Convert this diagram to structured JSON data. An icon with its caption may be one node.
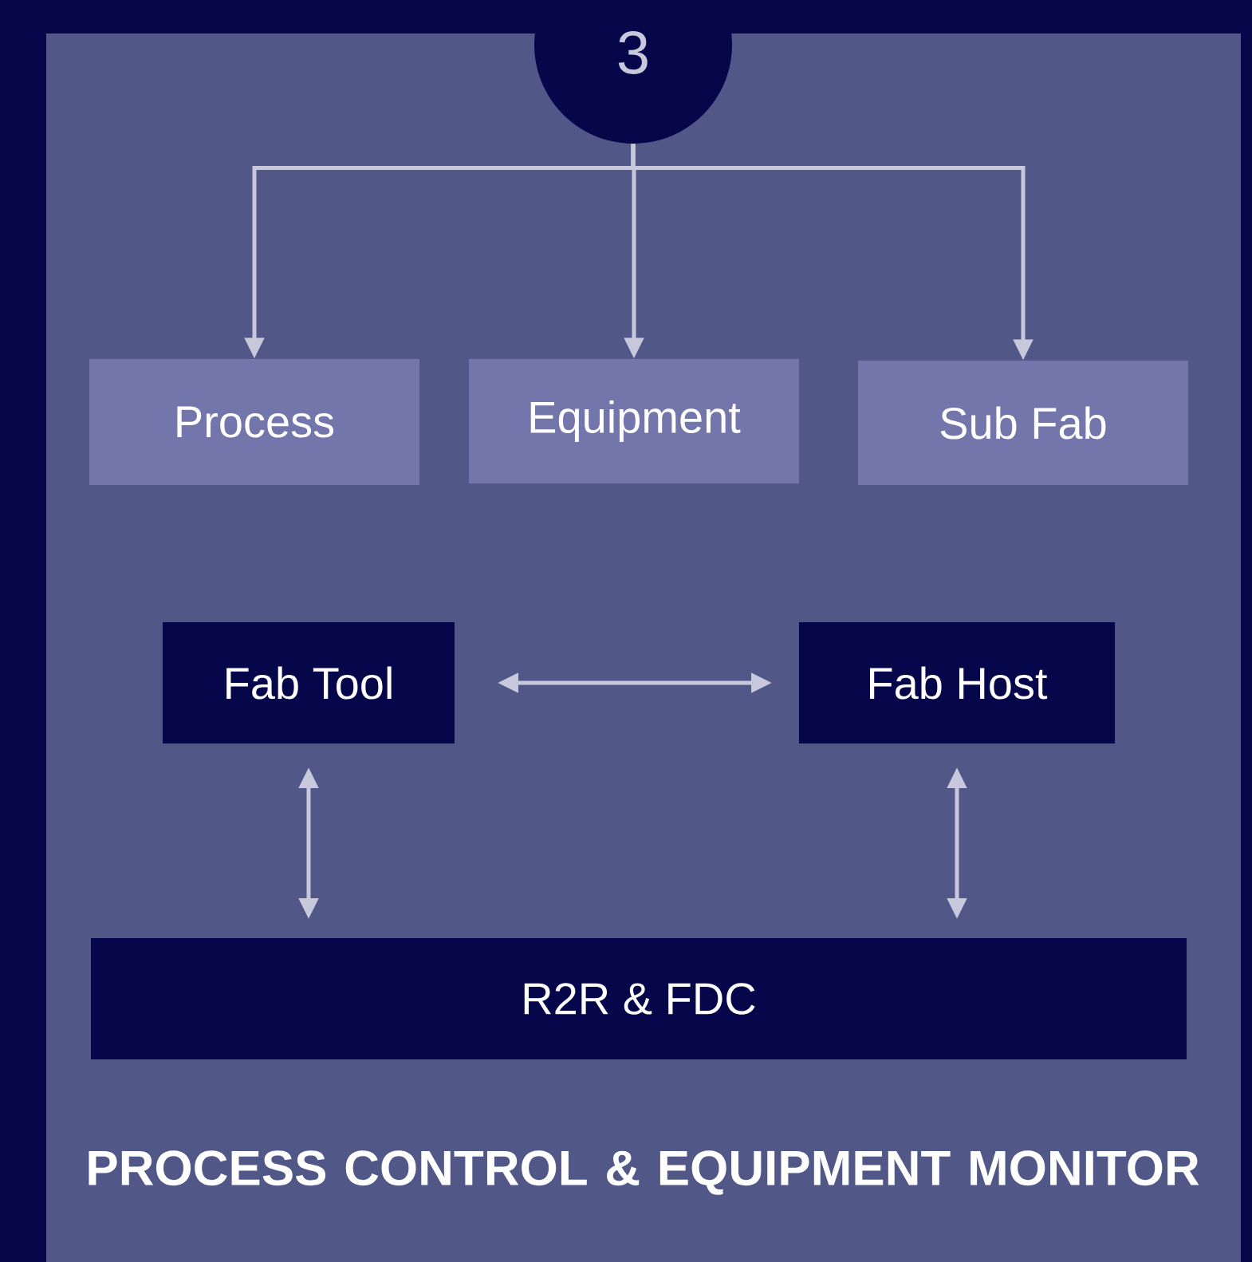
{
  "diagram": {
    "title": "PROCESS CONTROL & EQUIPMENT MONITOR",
    "nodes": [
      {
        "text": [
          "3"
        ]
      },
      {
        "text": [
          "Process"
        ]
      },
      {
        "text": [
          "Equipment"
        ]
      },
      {
        "text": [
          "Sub Fab"
        ]
      },
      {
        "text": [
          "Fab Tool"
        ]
      },
      {
        "text": [
          "Fab Host"
        ]
      },
      {
        "text": [
          "R2R & FDC"
        ]
      }
    ],
    "edges": [
      {
        "from": 0,
        "to": 1,
        "arrow": "to"
      },
      {
        "from": 0,
        "to": 2,
        "arrow": "to"
      },
      {
        "from": 0,
        "to": 3,
        "arrow": "to"
      },
      {
        "from": 4,
        "to": 5,
        "arrow": "both"
      },
      {
        "from": 4,
        "to": 6,
        "arrow": "both"
      },
      {
        "from": 5,
        "to": 6,
        "arrow": "both"
      }
    ]
  }
}
